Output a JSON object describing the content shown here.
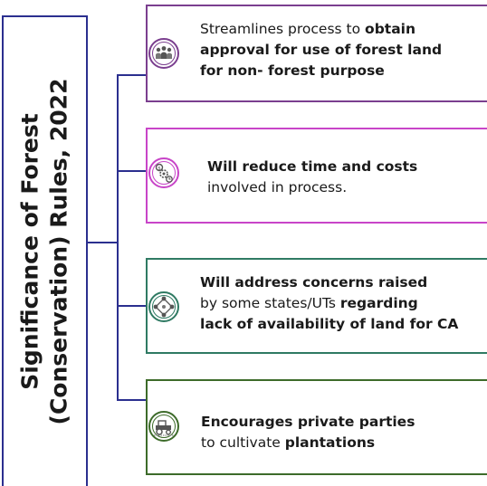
{
  "title": {
    "line1": "Significance of Forest",
    "line2": "(Conservation) Rules, 2022"
  },
  "colors": {
    "connector": "#2b2f8f",
    "card1": "#7b3f8f",
    "card2": "#c845c8",
    "card3": "#2f7a63",
    "card4": "#3d6b2a"
  },
  "cards": [
    {
      "icon": "people-group-icon",
      "line1_normal": "Streamlines process to ",
      "line1_bold": "obtain",
      "line2_bold": "approval for use of forest land",
      "line3_bold": "for non- forest purpose"
    },
    {
      "icon": "time-money-gear-icon",
      "line1_bold": "Will reduce time and costs",
      "line2_normal": "involved in process."
    },
    {
      "icon": "network-nodes-icon",
      "line1_bold": "Will address concerns raised",
      "line2_normal": "by some states/UTs ",
      "line2_bold": "regarding",
      "line3_bold": "lack of availability of land for CA"
    },
    {
      "icon": "tractor-icon",
      "line1_bold": "Encourages private parties",
      "line2_normal": "to cultivate ",
      "line2_bold": "plantations"
    }
  ]
}
